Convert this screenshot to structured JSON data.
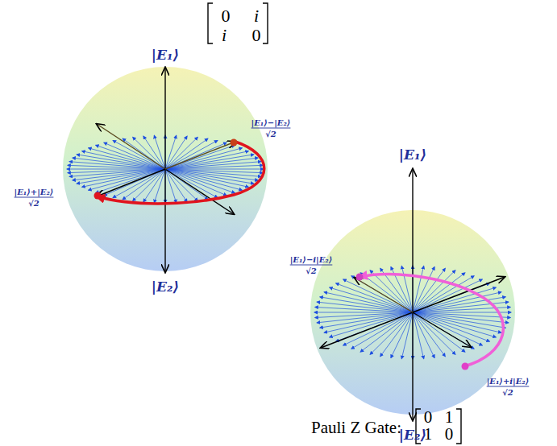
{
  "diagram": {
    "labels": [
      "0",
      "i",
      "i",
      "0",
      "|E₁⟩",
      "|E₁⟩−|E₂⟩",
      "√2",
      "|E₁⟩+|E₂⟩",
      "√2",
      "|E₂⟩",
      "|E₁⟩",
      "|E₁⟩−i|E₂⟩",
      "√2",
      "|E₁⟩+i|E₂⟩",
      "√2",
      "|E₂⟩",
      "Pauli Z Gate:",
      "0",
      "1",
      "1",
      "0"
    ]
  }
}
